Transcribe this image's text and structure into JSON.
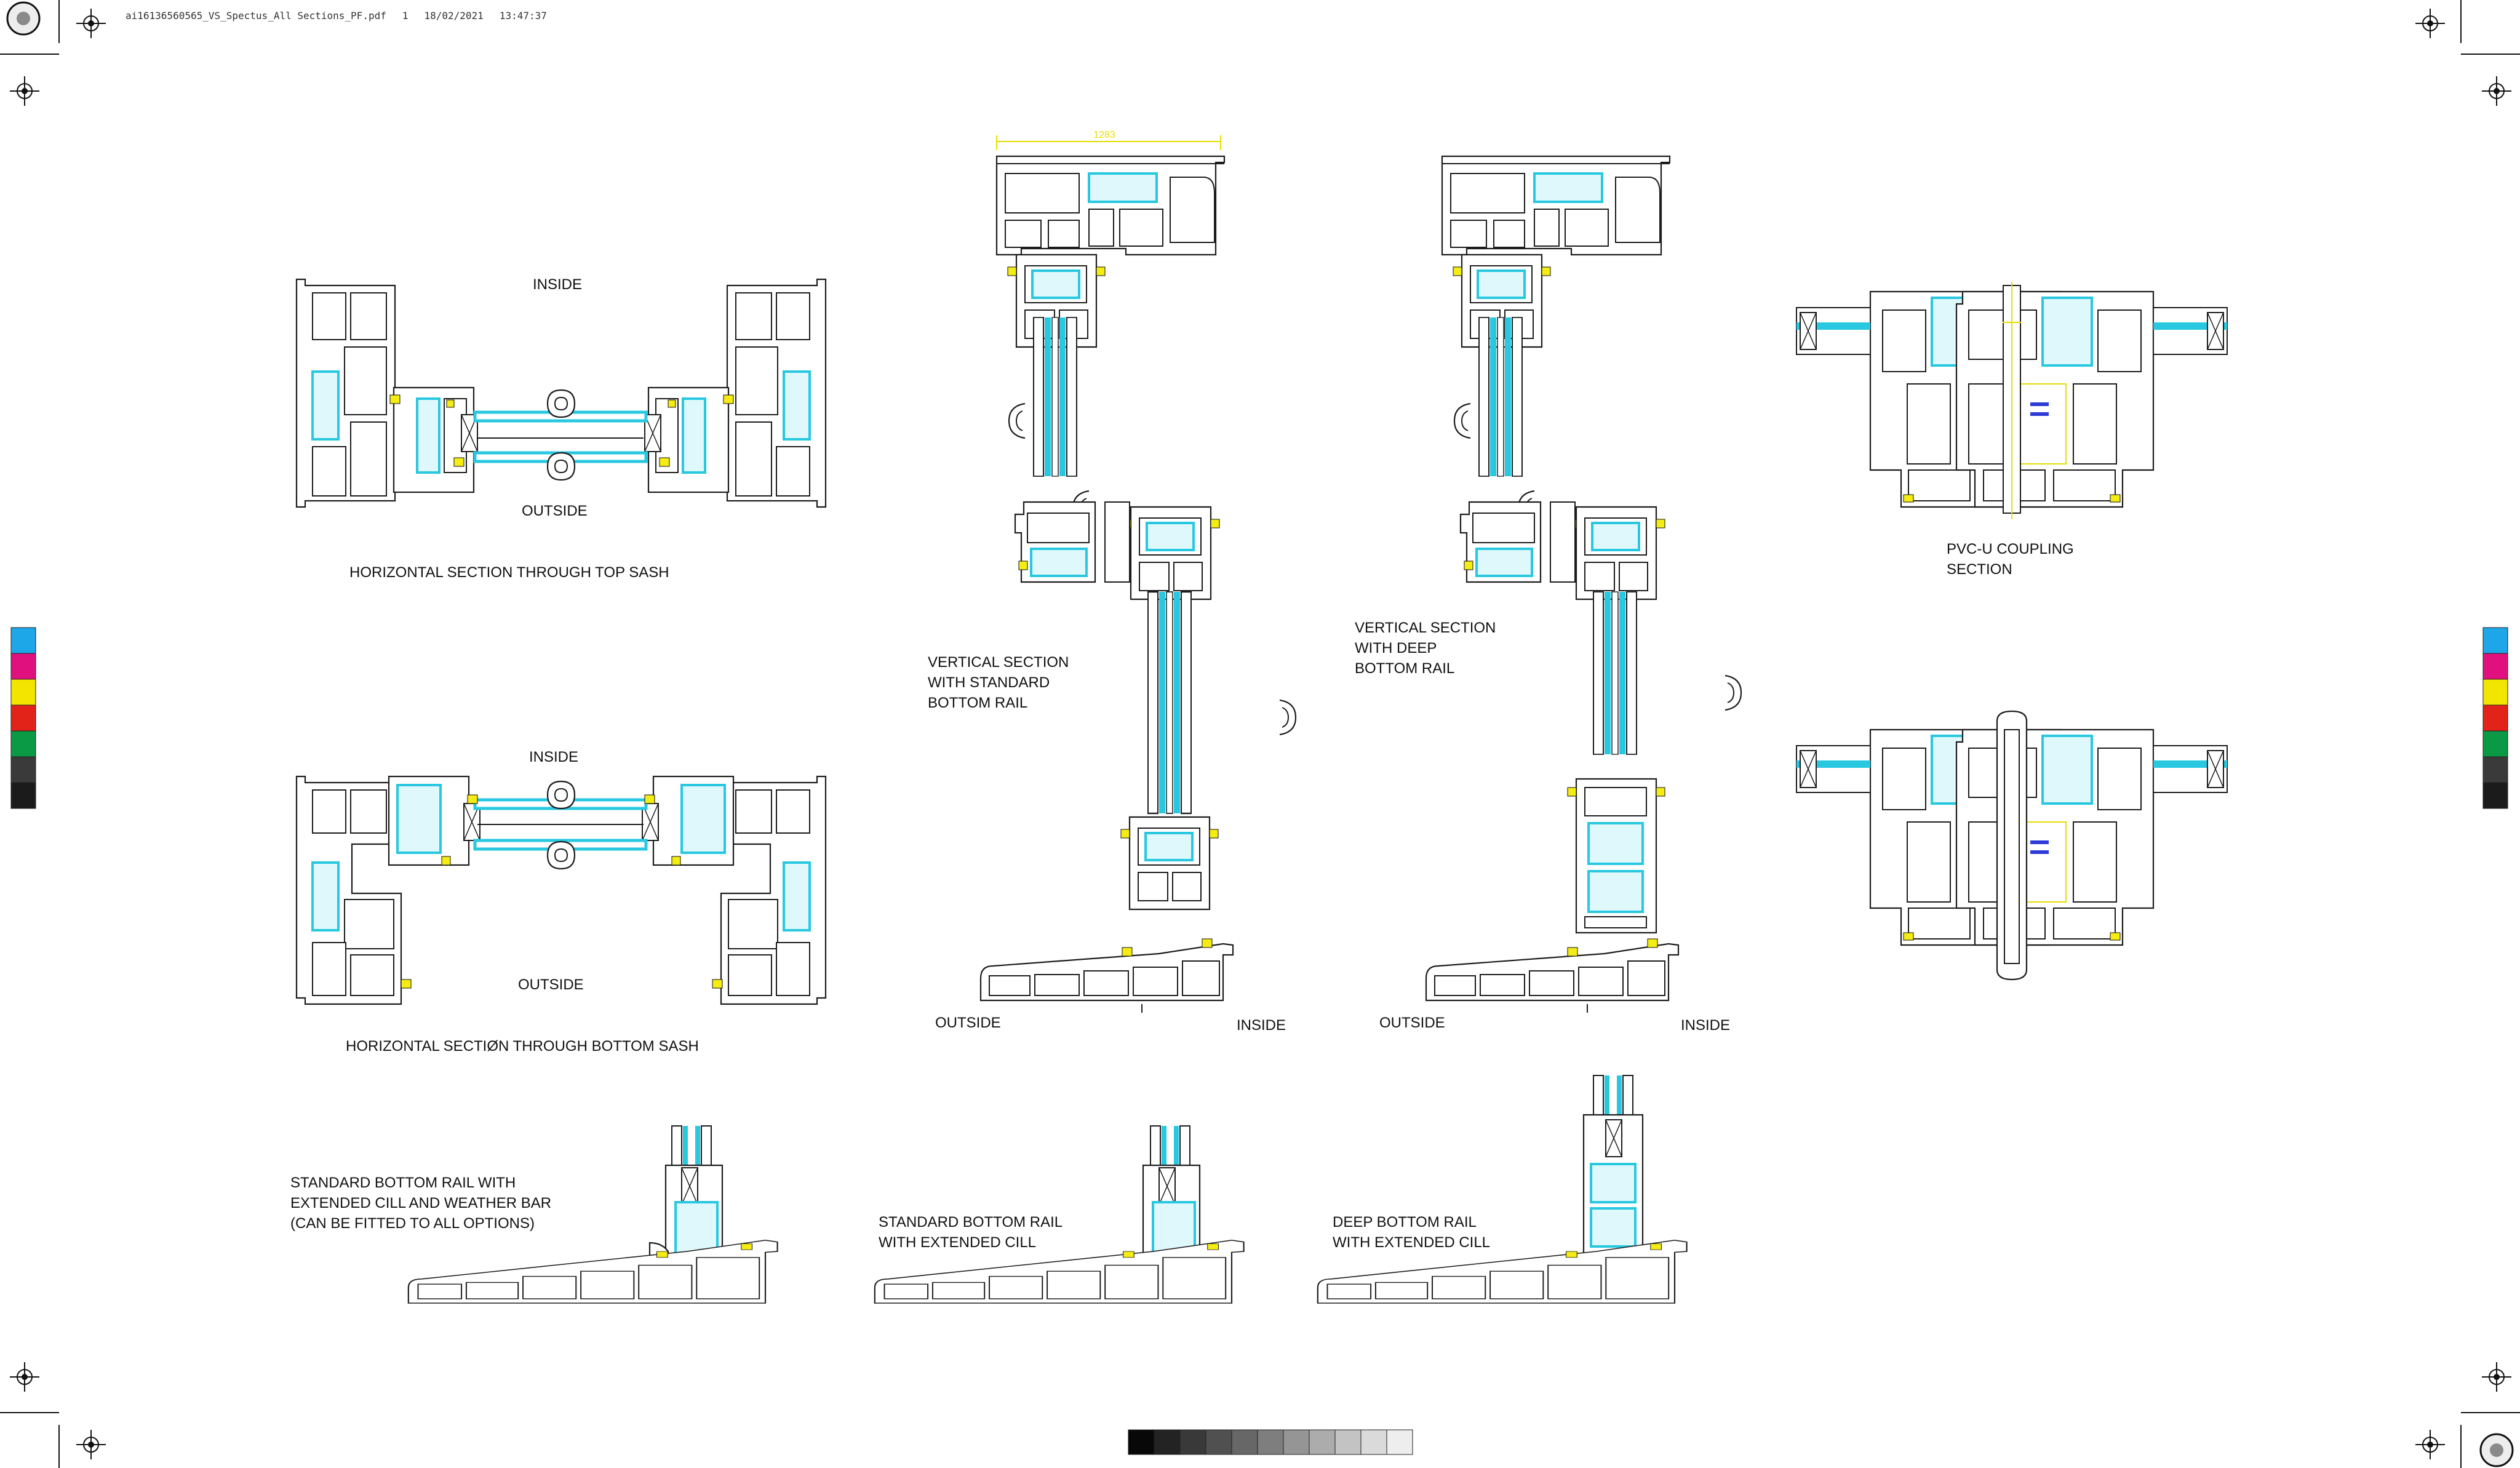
{
  "header": {
    "filename": "ai16136560565_VS_Spectus_All Sections_PF.pdf",
    "page": "1",
    "date": "18/02/2021",
    "time": "13:47:37"
  },
  "dimension": "1283",
  "labels": {
    "inside_top": "INSIDE",
    "outside_top": "OUTSIDE",
    "caption_top_sash": "HORIZONTAL SECTION THROUGH TOP SASH",
    "inside_bottom": "INSIDE",
    "outside_bottom": "OUTSIDE",
    "caption_bottom_sash": "HORIZONTAL SECTIØN THROUGH BOTTOM SASH",
    "caption_vs_standard": "VERTICAL SECTION\nWITH STANDARD\nBOTTOM RAIL",
    "vs_standard_outside": "OUTSIDE",
    "vs_standard_inside": "INSIDE",
    "caption_vs_deep": "VERTICAL SECTION\nWITH DEEP\nBOTTOM RAIL",
    "vs_deep_outside": "OUTSIDE",
    "vs_deep_inside": "INSIDE",
    "caption_coupling": "PVC-U COUPLING\nSECTION",
    "caption_weather_bar": "STANDARD BOTTOM RAIL WITH\nEXTENDED CILL AND WEATHER BAR\n(CAN BE FITTED TO ALL OPTIONS)",
    "caption_std_cill": "STANDARD BOTTOM RAIL\nWITH EXTENDED CILL",
    "caption_deep_cill": "DEEP BOTTOM RAIL\nWITH EXTENDED CILL"
  },
  "color_bar": [
    "#1ea7e8",
    "#e0117f",
    "#f2e600",
    "#e2231a",
    "#0a9a46",
    "#3a3a3a",
    "#1b1b1b"
  ],
  "gray_bar": [
    "#080808",
    "#232323",
    "#393939",
    "#505050",
    "#676767",
    "#7e7e7e",
    "#959595",
    "#acacac",
    "#c3c3c3",
    "#dadada",
    "#eeeeee"
  ]
}
